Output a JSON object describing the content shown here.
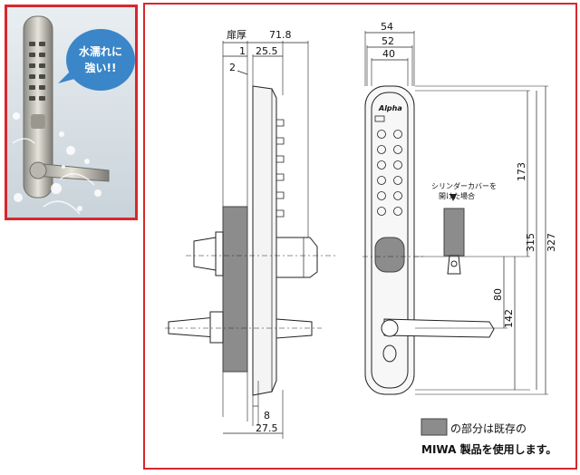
{
  "callout": {
    "line1": "水濡れに",
    "line2": "強い!!"
  },
  "side_view": {
    "door_thickness_label": "扉厚",
    "dim_71_8": "71.8",
    "dim_1": "1",
    "dim_25_5": "25.5",
    "dim_2": "2",
    "dim_8": "8",
    "dim_27_5": "27.5"
  },
  "front_view": {
    "dim_54": "54",
    "dim_52": "52",
    "dim_40": "40",
    "dim_173": "173",
    "dim_315": "315",
    "dim_327": "327",
    "dim_80": "80",
    "dim_142": "142",
    "brand_mark": "Alpha",
    "cylinder_note_line1": "シリンダーカバーを",
    "cylinder_note_line2": "開けた場合"
  },
  "legend": {
    "line1": "の部分は既存の",
    "line2": "MIWA 製品を使用します。"
  },
  "colors": {
    "border": "#d9272e",
    "existing_part": "#8c8c8c",
    "callout_bg": "#3a86c8"
  }
}
